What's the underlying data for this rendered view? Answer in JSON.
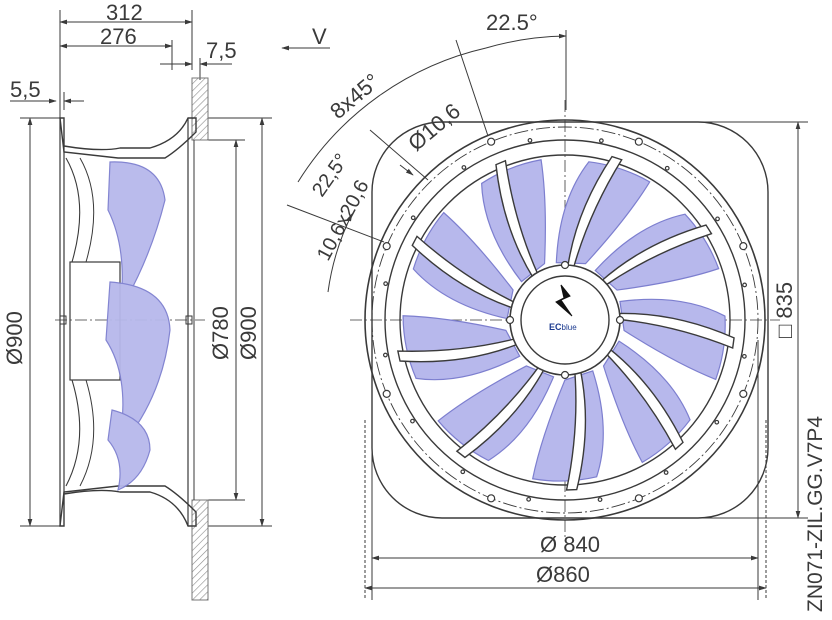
{
  "side_view": {
    "dim_312": "312",
    "dim_276": "276",
    "dim_7_5": "7,5",
    "dim_5_5": "5,5",
    "dia_900_left": "Ø900",
    "dia_780": "Ø780",
    "dia_900_right": "Ø900"
  },
  "front_view": {
    "view_label": "V",
    "angle_22_5_top": "22.5°",
    "bolt_pattern": "8x45°",
    "hole_dia": "Ø10,6",
    "angle_22_5_side": "22,5°",
    "slot_dims": "10,6x20,6",
    "square_835": "□ 835",
    "dia_840": "Ø 840",
    "dia_860": "Ø860",
    "brand_ec": "EC",
    "brand_blue": "blue"
  },
  "part_number": "ZN071-ZIL.GG.V7P4",
  "colors": {
    "line": "#3a3a3a",
    "blade_fill": "#b7b8ec",
    "blade_stroke": "#7d7fcf",
    "hatch": "#8a8a8a"
  }
}
